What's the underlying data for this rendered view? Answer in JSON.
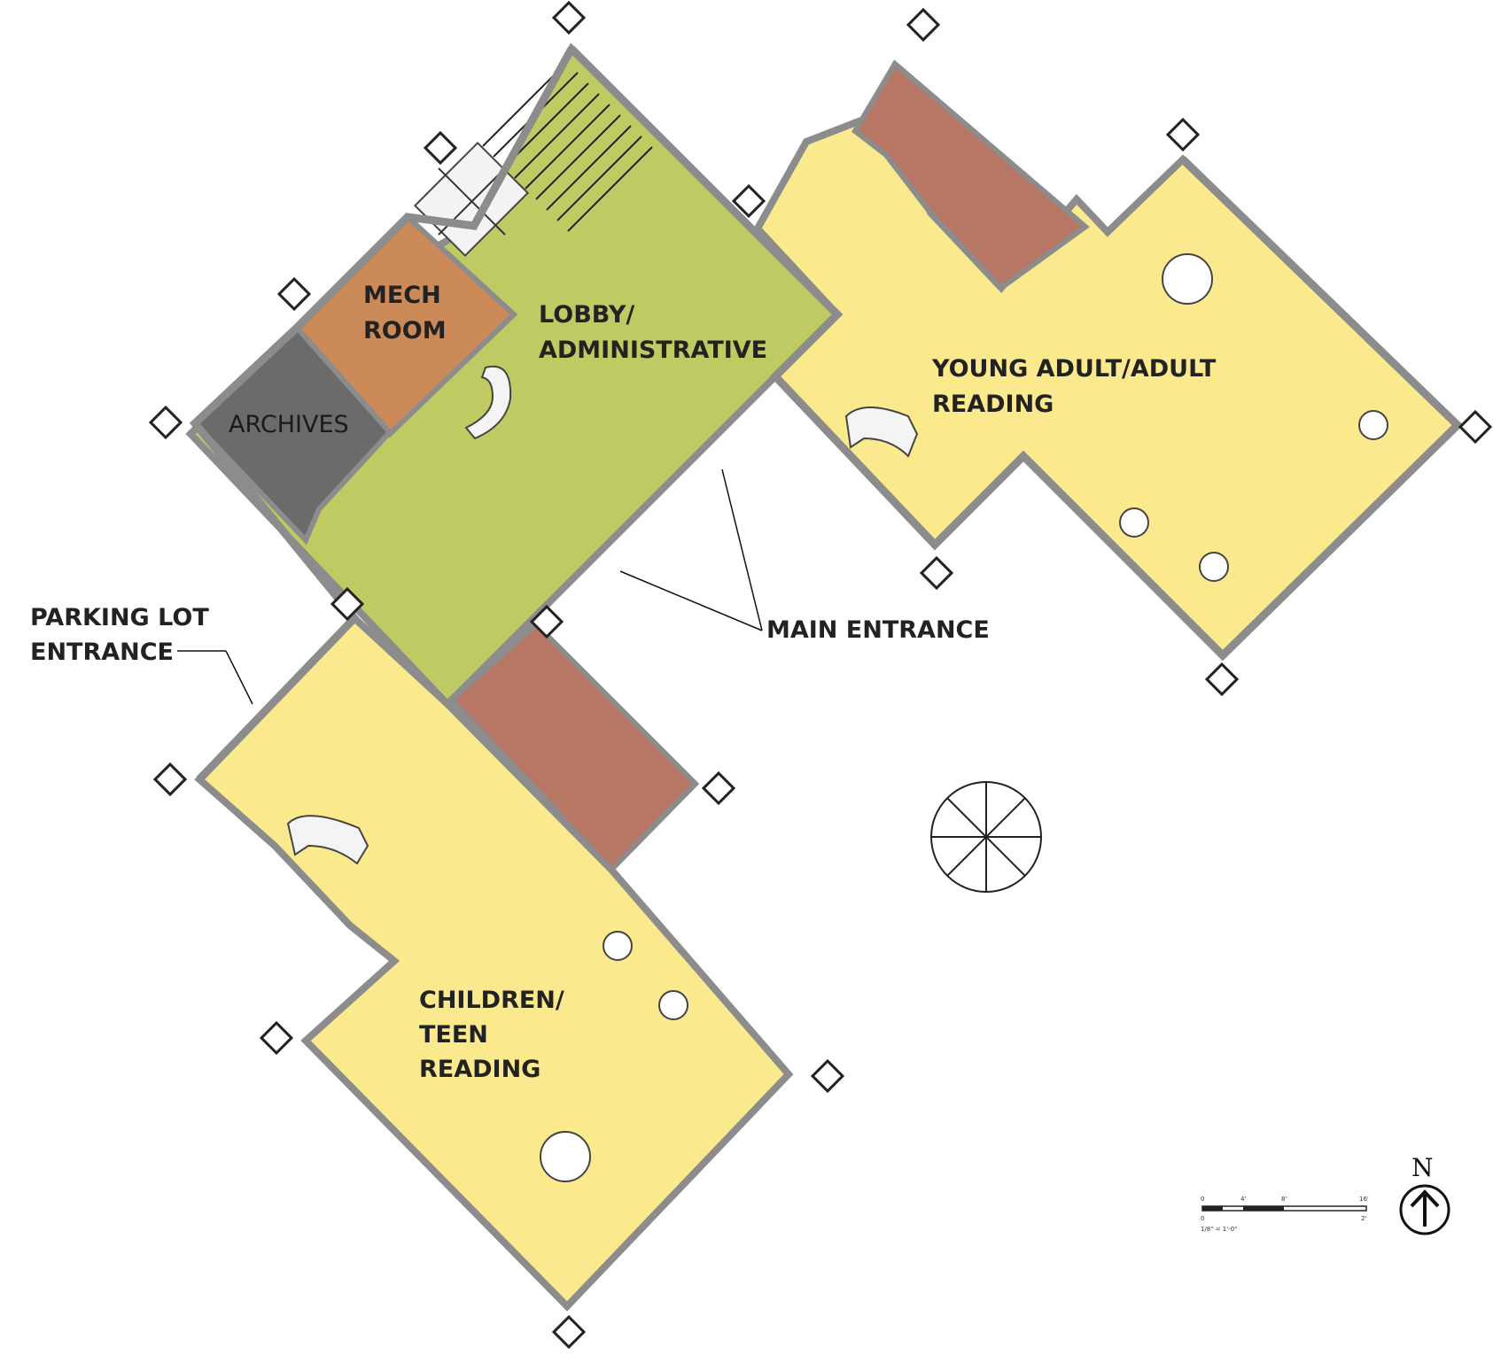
{
  "rooms": {
    "mech": [
      "MECH",
      "ROOM"
    ],
    "lobby": [
      "LOBBY/",
      "ADMINISTRATIVE"
    ],
    "archives": "ARCHIVES",
    "adult": [
      "YOUNG ADULT/ADULT",
      "READING"
    ],
    "children": [
      "CHILDREN/",
      "TEEN",
      "READING"
    ]
  },
  "annotations": {
    "parking": [
      "PARKING LOT",
      "ENTRANCE"
    ],
    "main": "MAIN ENTRANCE"
  },
  "scale_bar": {
    "ticks_top": [
      "0",
      "4'",
      "8'",
      "16'"
    ],
    "ticks_bottom": [
      "0",
      "2'"
    ],
    "caption": "1/8\" = 1'-0\""
  },
  "north_label": "N",
  "colors": {
    "lobby": "#bfcb62",
    "reading": "#fbe98e",
    "restroom": "#b87664",
    "mech": "#cb8a58",
    "archives": "#6b6b6b",
    "wall": "#8c8c8c"
  }
}
